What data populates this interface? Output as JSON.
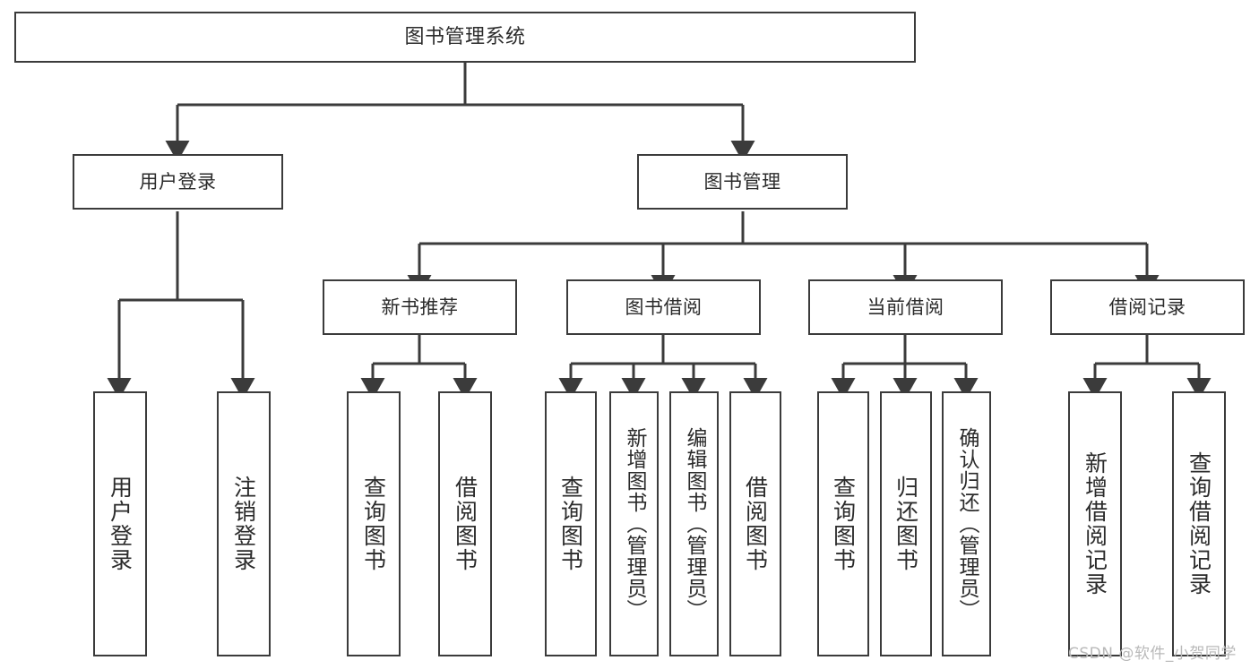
{
  "diagram": {
    "title_text": "图书管理系统",
    "type": "hierarchy-tree",
    "stroke_color": "#3b3b3b",
    "text_color": "#2b2b2b",
    "background_color": "#ffffff"
  },
  "nodes": {
    "root": {
      "label": "图书管理系统"
    },
    "level1": [
      {
        "label": "用户登录"
      },
      {
        "label": "图书管理"
      }
    ],
    "level2": [
      {
        "label": "新书推荐"
      },
      {
        "label": "图书借阅"
      },
      {
        "label": "当前借阅"
      },
      {
        "label": "借阅记录"
      }
    ],
    "leaves_user_login": [
      {
        "label": "用户登录"
      },
      {
        "label": "注销登录"
      }
    ],
    "leaves_new_books": [
      {
        "label": "查询图书"
      },
      {
        "label": "借阅图书"
      }
    ],
    "leaves_borrow": [
      {
        "label": "查询图书"
      },
      {
        "label": "新增图书（管理员）"
      },
      {
        "label": "编辑图书（管理员）"
      },
      {
        "label": "借阅图书"
      }
    ],
    "leaves_current": [
      {
        "label": "查询图书"
      },
      {
        "label": "归还图书"
      },
      {
        "label": "确认归还（管理员）"
      }
    ],
    "leaves_records": [
      {
        "label": "新增借阅记录"
      },
      {
        "label": "查询借阅记录"
      }
    ]
  },
  "watermark": {
    "text": "CSDN @软件_小贺同学"
  }
}
